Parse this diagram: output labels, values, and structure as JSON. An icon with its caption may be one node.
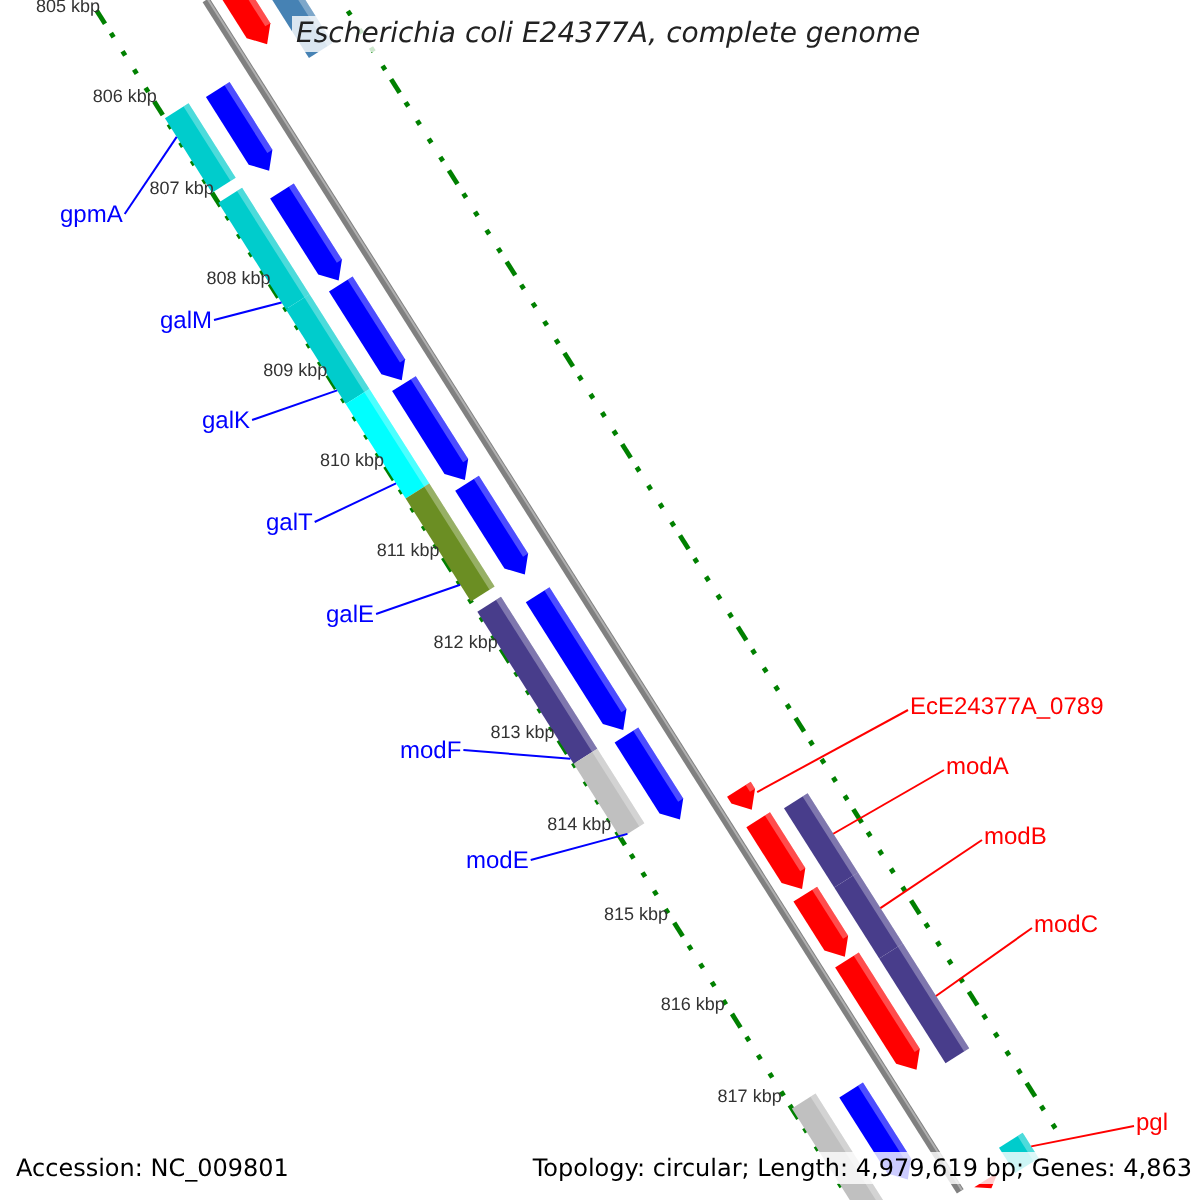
{
  "diagram": {
    "title": "Escherichia coli E24377A, complete genome",
    "nodes": [
      {
        "text": [
          "gpmA"
        ]
      },
      {
        "text": [
          "galM"
        ]
      },
      {
        "text": [
          "galK"
        ]
      },
      {
        "text": [
          "galT"
        ]
      },
      {
        "text": [
          "galE"
        ]
      },
      {
        "text": [
          "modF"
        ]
      },
      {
        "text": [
          "modE"
        ]
      },
      {
        "text": [
          "EcE24377A_0789"
        ]
      },
      {
        "text": [
          "modA"
        ]
      },
      {
        "text": [
          "modB"
        ]
      },
      {
        "text": [
          "modC"
        ]
      },
      {
        "text": [
          "pgl"
        ]
      },
      {
        "text": [],
        "shape": "bar"
      },
      {
        "text": [],
        "shape": "bar"
      },
      {
        "text": [],
        "shape": "bar"
      },
      {
        "text": [],
        "shape": "bar"
      },
      {
        "text": [],
        "shape": "bar"
      },
      {
        "text": [],
        "shape": "bar"
      },
      {
        "text": [],
        "shape": "bar"
      },
      {
        "text": [],
        "shape": "bar"
      },
      {
        "text": [],
        "shape": "bar"
      },
      {
        "text": [],
        "shape": "bar"
      },
      {
        "text": [],
        "shape": "bar"
      },
      {
        "text": [],
        "shape": "bar"
      }
    ],
    "edges": [
      {
        "from": 0,
        "to": 12,
        "arrow": "none"
      },
      {
        "from": 1,
        "to": 13,
        "arrow": "none"
      },
      {
        "from": 2,
        "to": 14,
        "arrow": "none"
      },
      {
        "from": 3,
        "to": 15,
        "arrow": "none"
      },
      {
        "from": 4,
        "to": 16,
        "arrow": "none"
      },
      {
        "from": 5,
        "to": 17,
        "arrow": "none"
      },
      {
        "from": 6,
        "to": 18,
        "arrow": "none"
      },
      {
        "from": 7,
        "to": 19,
        "arrow": "none",
        "color": "#ff0000"
      },
      {
        "from": 8,
        "to": 20,
        "arrow": "none",
        "color": "#ff0000"
      },
      {
        "from": 9,
        "to": 21,
        "arrow": "none",
        "color": "#ff0000"
      },
      {
        "from": 10,
        "to": 22,
        "arrow": "none",
        "color": "#ff0000"
      },
      {
        "from": 11,
        "to": 23,
        "arrow": "none",
        "color": "#ff0000"
      }
    ],
    "labels": [
      "805 kbp",
      "806 kbp",
      "807 kbp",
      "808 kbp",
      "809 kbp",
      "810 kbp",
      "811 kbp",
      "812 kbp",
      "813 kbp",
      "814 kbp",
      "815 kbp",
      "816 kbp",
      "817 kbp",
      "Accession: NC_009801",
      "Topology: circular; Length: 4,979,619 bp; Genes: 4,863"
    ]
  }
}
